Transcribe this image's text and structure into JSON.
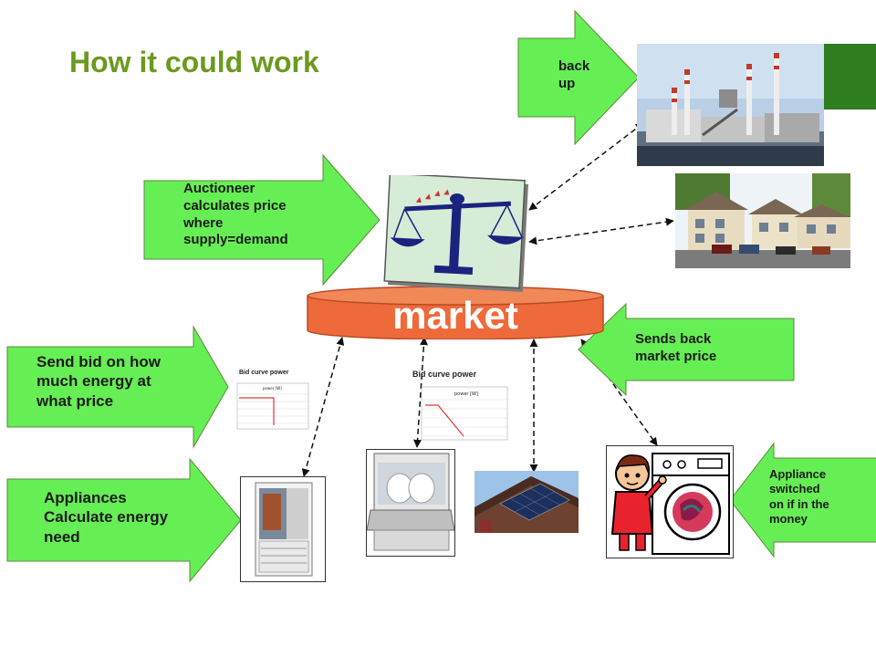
{
  "title": "How it could work",
  "market": {
    "label": "market"
  },
  "arrows": {
    "backup": "back\nup",
    "auctioneer": "Auctioneer\ncalculates price\nwhere\nsupply=demand",
    "send_bid": "Send bid on how\nmuch energy at\nwhat price",
    "appliances": "Appliances\nCalculate energy\nneed",
    "sends_back": "Sends back\nmarket price",
    "switched_on": "Appliance\nswitched\non if in the\nmoney"
  },
  "bid_charts": [
    {
      "title": "Bid curve power",
      "inner_title": "power [W]",
      "shape": "step"
    },
    {
      "title": "Bid curve power",
      "inner_title": "power [W]",
      "shape": "ramp"
    }
  ],
  "colors": {
    "title": "#6b9a1f",
    "arrow_fill": "#66ee55",
    "market": "#ee6a3a",
    "tab": "#2e7d1e"
  },
  "images": [
    "power-plant",
    "apartments",
    "scales",
    "boiler",
    "dishwasher",
    "solar-roof",
    "washing-machine"
  ]
}
